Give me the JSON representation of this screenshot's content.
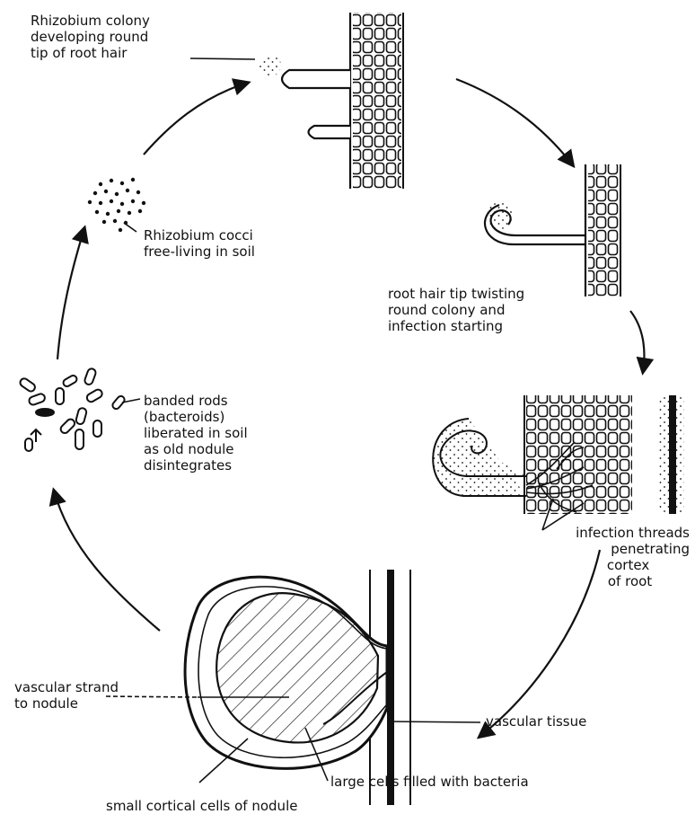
{
  "labels": {
    "colony": [
      "Rhizobium colony",
      "developing round",
      "tip of root hair"
    ],
    "cocci": [
      "Rhizobium cocci",
      "free-living in soil"
    ],
    "twisting": [
      "root hair tip twisting",
      "round colony and",
      "infection starting"
    ],
    "rods": [
      "banded rods",
      "(bacteroids)",
      "liberated in soil",
      "as old nodule",
      "disintegrates"
    ],
    "threads": [
      "infection threads",
      "penetrating",
      "cortex",
      "of root"
    ],
    "vascular_strand": [
      "vascular strand",
      "to nodule"
    ],
    "vascular_tissue": "vascular tissue",
    "large_cells": "large cells filled with bacteria",
    "small_cells": "small cortical cells of nodule"
  },
  "colors": {
    "ink": "#111111",
    "paper": "#ffffff"
  }
}
